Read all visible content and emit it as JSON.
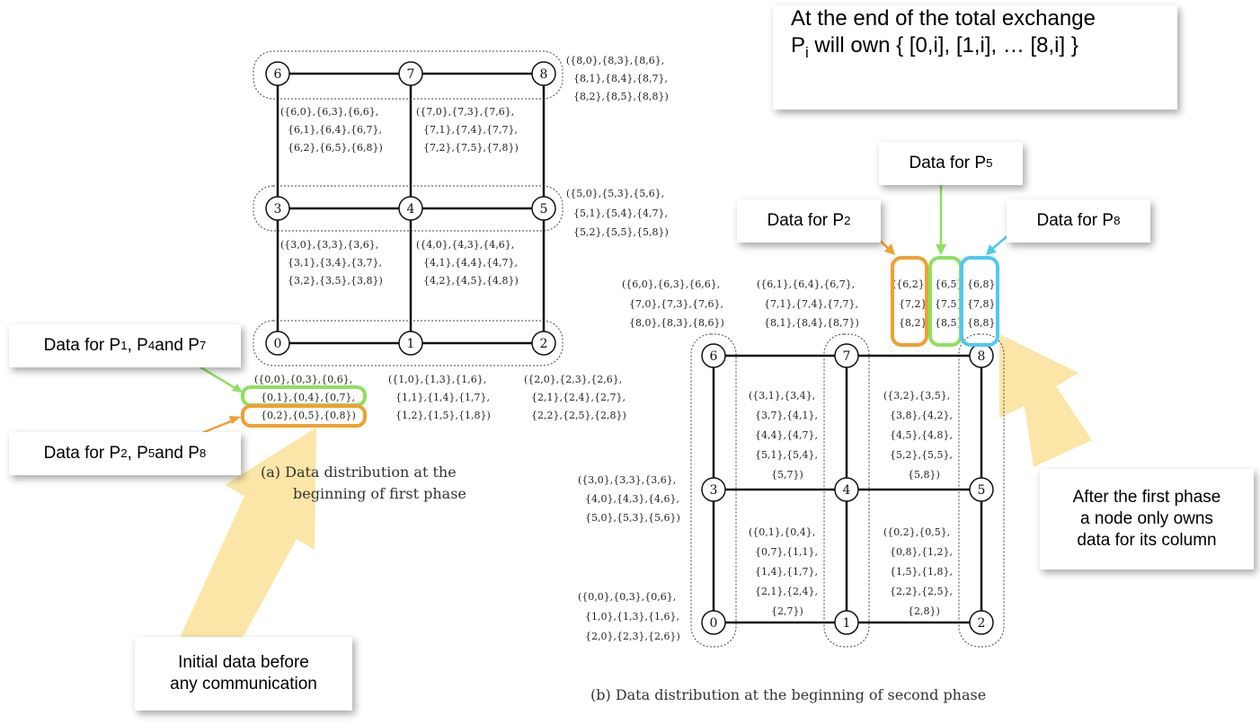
{
  "top_note": {
    "line1": "At the end of the total exchange",
    "line2_prefix": "P",
    "line2_sub": "i",
    "line2_suffix": " will own { [0,i], [1,i], … [8,i] }"
  },
  "callouts": {
    "p147": {
      "prefix": "Data for P",
      "s1": "1",
      "m1": ", P",
      "s2": "4",
      "m2": " and P",
      "s3": "7"
    },
    "p258": {
      "prefix": "Data for P",
      "s1": "2",
      "m1": ", P",
      "s2": "5",
      "m2": " and P",
      "s3": "8"
    },
    "initial": {
      "line1": "Initial data before",
      "line2": "any communication"
    },
    "dp5": {
      "prefix": "Data for P",
      "sub": "5"
    },
    "dp2": {
      "prefix": "Data for P",
      "sub": "2"
    },
    "dp8": {
      "prefix": "Data for P",
      "sub": "8"
    },
    "after": {
      "line1": "After the first phase",
      "line2": "a node only owns",
      "line3": "data for its column"
    }
  },
  "captions": {
    "a_line1": "(a)  Data distribution at the",
    "a_line2": "beginning of first phase",
    "b": "(b)  Data distribution at the beginning of second phase"
  },
  "nodes": [
    "0",
    "1",
    "2",
    "3",
    "4",
    "5",
    "6",
    "7",
    "8"
  ],
  "phase1": {
    "n0": [
      "({0,0},{0,3},{0,6},",
      "{0,1},{0,4},{0,7},",
      "{0,2},{0,5},{0,8})"
    ],
    "n1": [
      "({1,0},{1,3},{1,6},",
      "{1,1},{1,4},{1,7},",
      "{1,2},{1,5},{1,8})"
    ],
    "n2": [
      "({2,0},{2,3},{2,6},",
      "{2,1},{2,4},{2,7},",
      "{2,2},{2,5},{2,8})"
    ],
    "n3": [
      "({3,0},{3,3},{3,6},",
      "{3,1},{3,4},{3,7},",
      "{3,2},{3,5},{3,8})"
    ],
    "n4": [
      "({4,0},{4,3},{4,6},",
      "{4,1},{4,4},{4,7},",
      "{4,2},{4,5},{4,8})"
    ],
    "n5": [
      "({5,0},{5,3},{5,6},",
      "{5,1},{5,4},{4,7},",
      "{5,2},{5,5},{5,8})"
    ],
    "n6": [
      "({6,0},{6,3},{6,6},",
      "{6,1},{6,4},{6,7},",
      "{6,2},{6,5},{6,8})"
    ],
    "n7": [
      "({7,0},{7,3},{7,6},",
      "{7,1},{7,4},{7,7},",
      "{7,2},{7,5},{7,8})"
    ],
    "n8": [
      "({8,0},{8,3},{8,6},",
      "{8,1},{8,4},{8,7},",
      "{8,2},{8,5},{8,8})"
    ]
  },
  "phase2": {
    "n6": [
      "({6,0},{6,3},{6,6},",
      "{7,0},{7,3},{7,6},",
      "{8,0},{8,3},{8,6})"
    ],
    "n7": [
      "({6,1},{6,4},{6,7},",
      "{7,1},{7,4},{7,7},",
      "{8,1},{8,4},{8,7})"
    ],
    "n8": [
      "({6,2}",
      "{6,5}",
      "{6,8},",
      "{7,2}",
      "{7,5}",
      "{7,8}",
      "{8,2}",
      "{8,5}",
      "{8,8})"
    ],
    "n3": [
      "({3,0},{3,3},{3,6},",
      "{4,0},{4,3},{4,6},",
      "{5,0},{5,3},{5,6})"
    ],
    "n4": [
      "({3,1},{3,4},",
      "{3,7},{4,1},",
      "{4,4},{4,7},",
      "{5,1},{5,4},",
      "{5,7})"
    ],
    "n5": [
      "({3,2},{3,5},",
      "{3,8},{4,2},",
      "{4,5},{4,8},",
      "{5,2},{5,5},",
      "{5,8})"
    ],
    "n0": [
      "({0,0},{0,3},{0,6},",
      "{1,0},{1,3},{1,6},",
      "{2,0},{2,3},{2,6})"
    ],
    "n1": [
      "({0,1},{0,4},",
      "{0,7},{1,1},",
      "{1,4},{1,7},",
      "{2,1},{2,4},",
      "{2,7})"
    ],
    "n2": [
      "({0,2},{0,5},",
      "{0,8},{1,2},",
      "{1,5},{1,8},",
      "{2,2},{2,5},",
      "{2,8})"
    ]
  },
  "colors": {
    "orange": "#f0a030",
    "green": "#8ee060",
    "cyan": "#50c8f0",
    "yellow_arrow": "#fbe6a8"
  }
}
